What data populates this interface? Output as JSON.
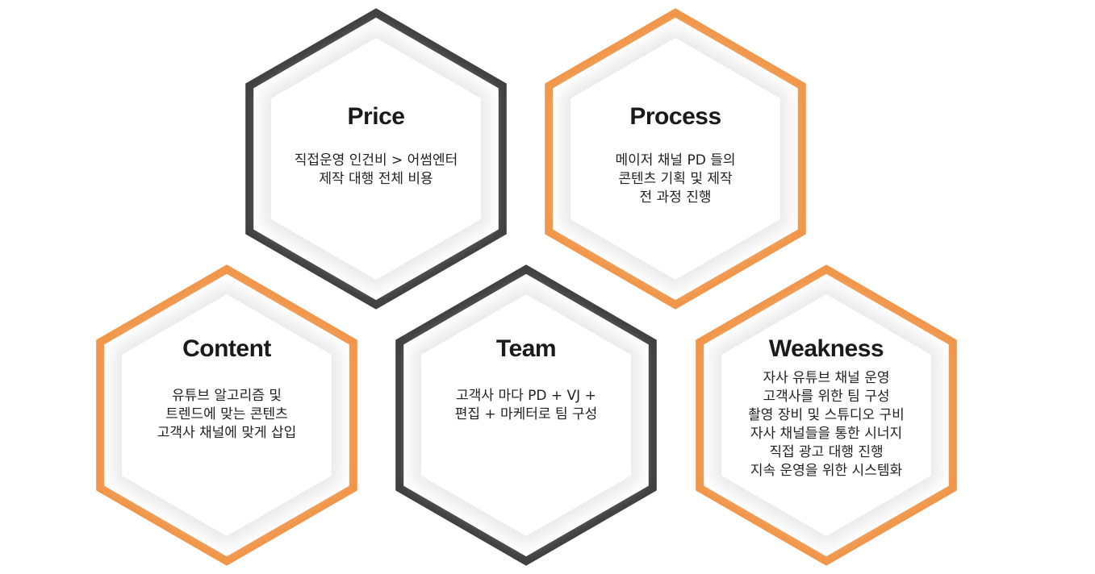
{
  "colors": {
    "dark": "#404040",
    "orange": "#f0964a",
    "inner_fill": "#ffffff",
    "halo": "#e9e9e9"
  },
  "hexagons": [
    {
      "id": "price",
      "color": "dark",
      "title": "Price",
      "lines": [
        "직접운영 인건비 > 어썸엔터",
        "제작 대행 전체 비용"
      ]
    },
    {
      "id": "process",
      "color": "orange",
      "title": "Process",
      "lines": [
        "메이저 채널 PD 들의",
        "콘텐츠 기획 및 제작",
        "전 과정 진행"
      ]
    },
    {
      "id": "content",
      "color": "orange",
      "title": "Content",
      "lines": [
        "유튜브 알고리즘 및",
        "트렌드에 맞는 콘텐츠",
        "고객사 채널에 맞게 삽입"
      ]
    },
    {
      "id": "team",
      "color": "dark",
      "title": "Team",
      "lines": [
        "고객사 마다 PD + VJ +",
        "편집 + 마케터로 팀 구성"
      ]
    },
    {
      "id": "weakness",
      "color": "orange",
      "title": "Weakness",
      "lines": [
        "자사 유튜브 채널 운영",
        "고객사를 위한 팀 구성",
        "촬영 장비 및 스튜디오 구비",
        "자사 채널들을 통한 시너지",
        "직접 광고 대행 진행",
        "지속 운영을 위한 시스템화"
      ]
    }
  ]
}
